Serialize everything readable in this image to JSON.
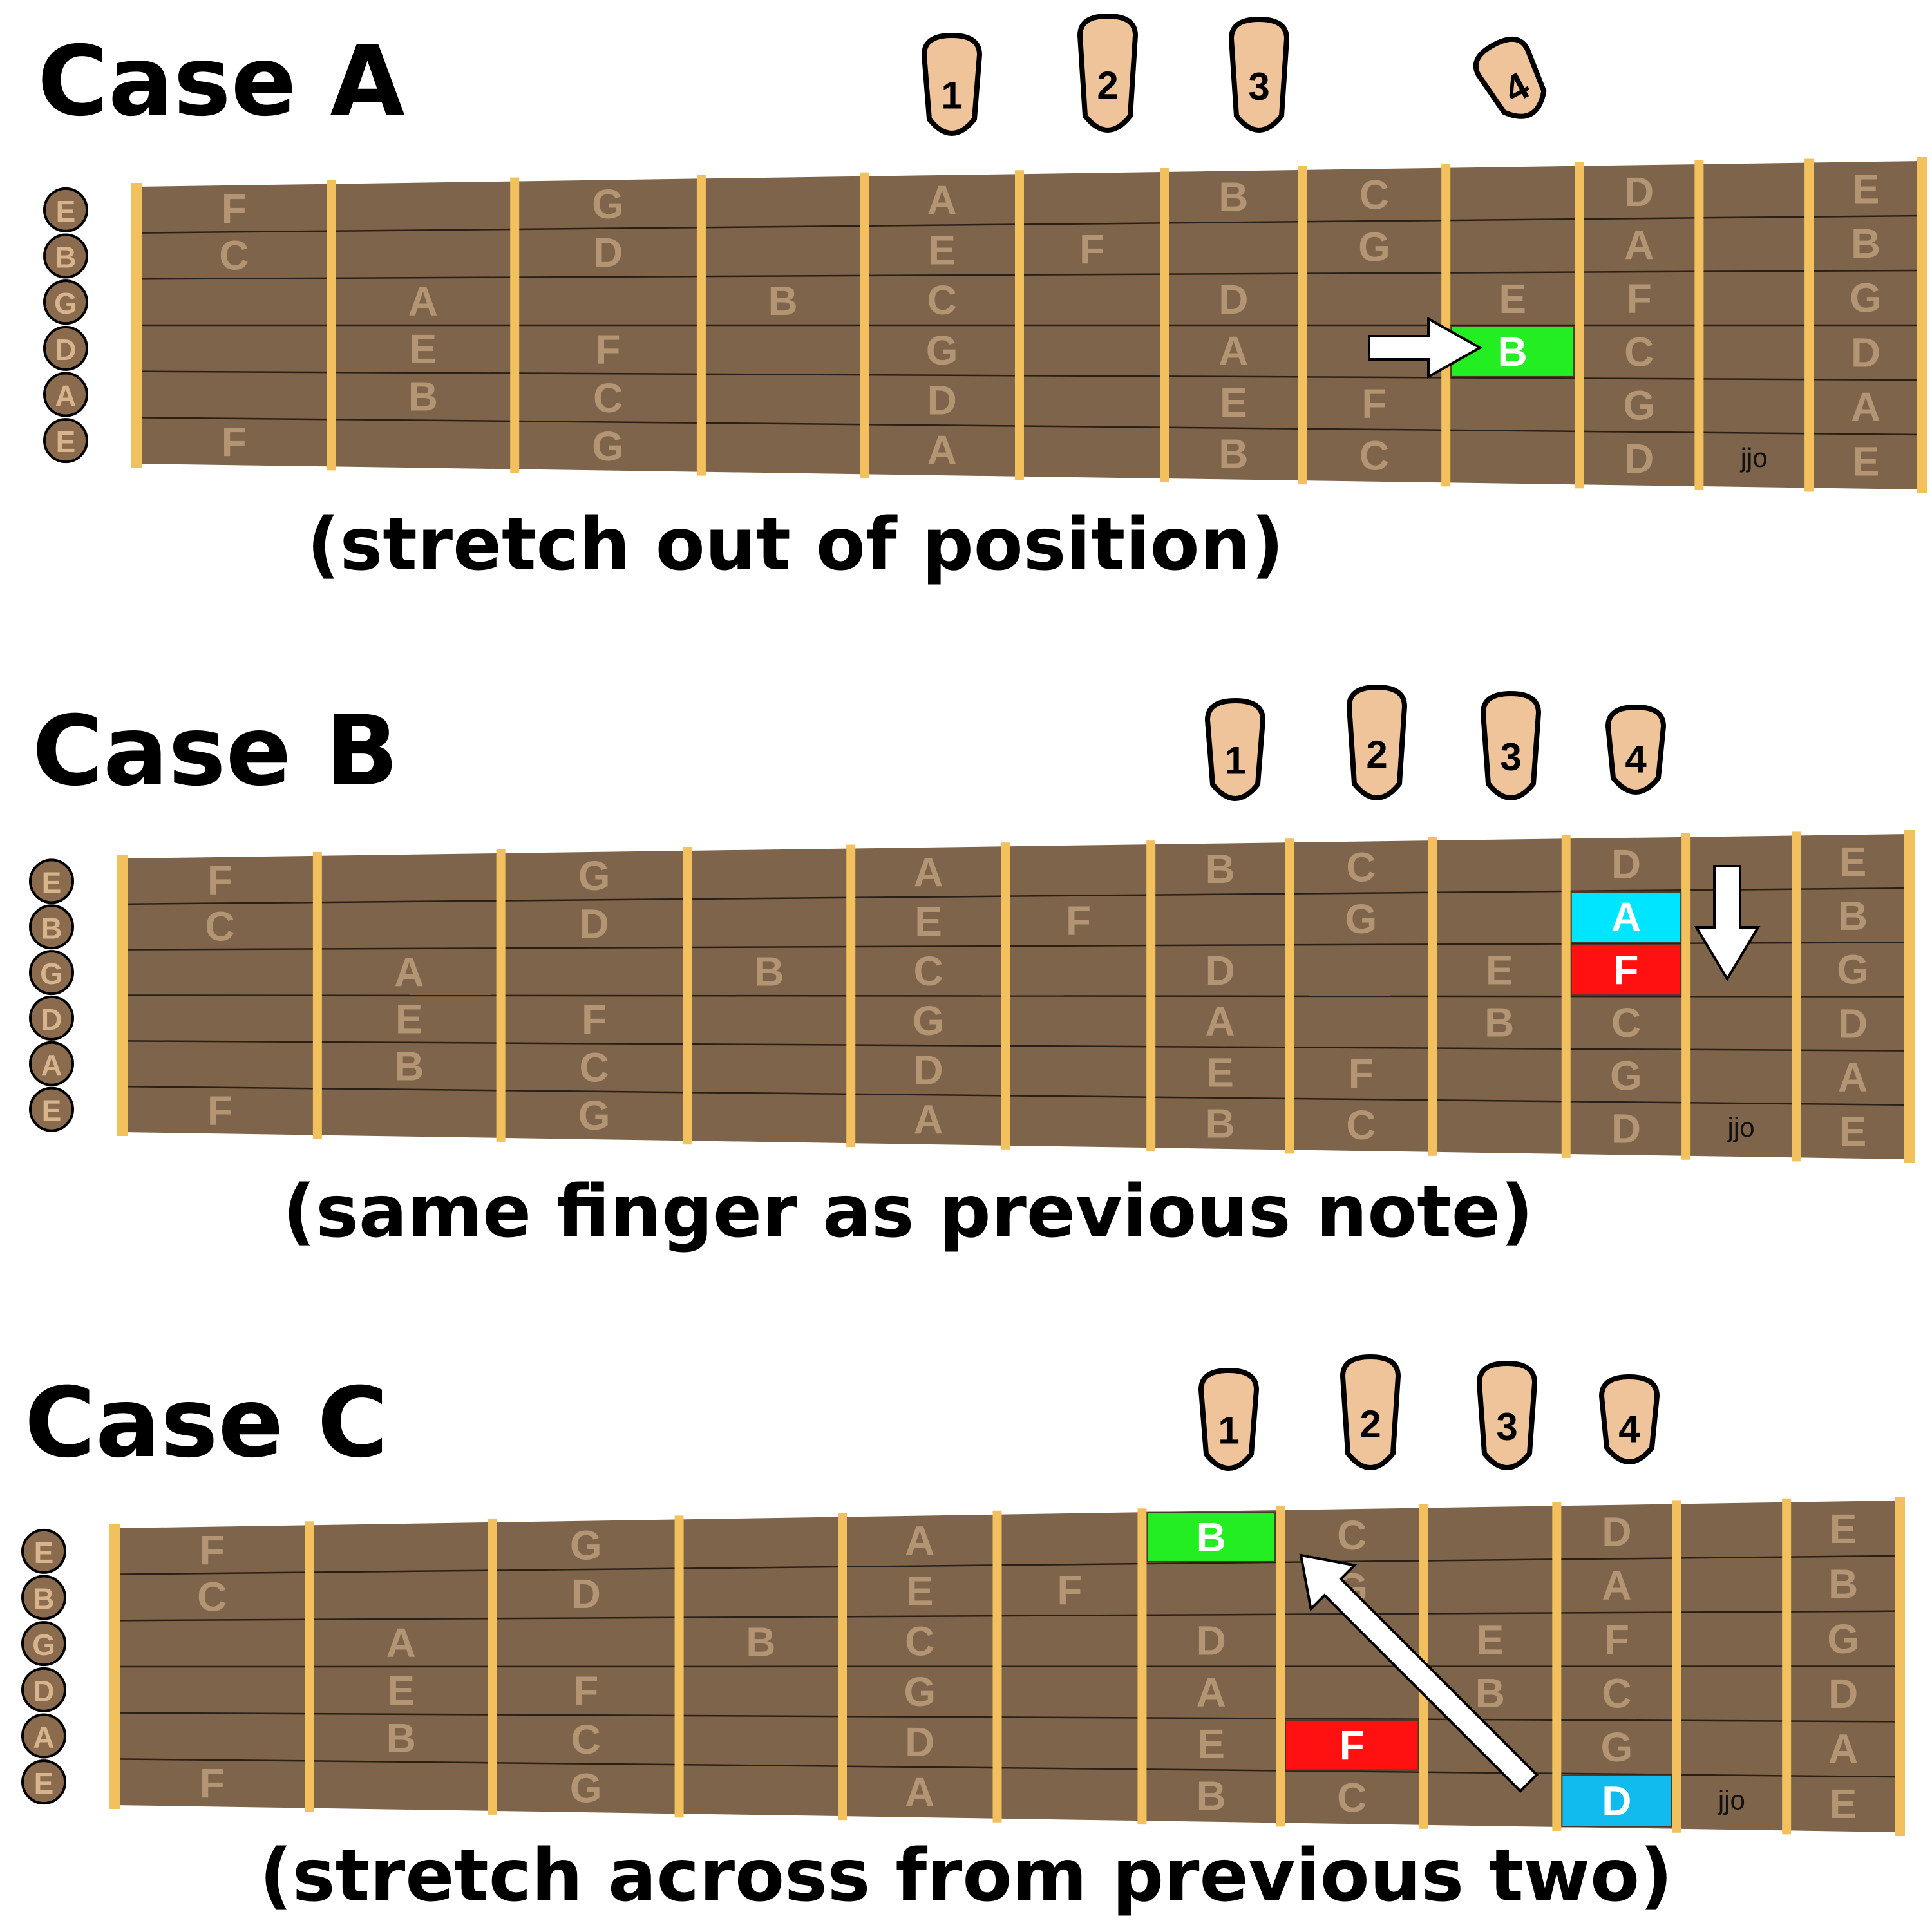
{
  "string_names": [
    "E",
    "B",
    "G",
    "D",
    "A",
    "E"
  ],
  "signature": "jjo",
  "colors": {
    "board": "#7e644a",
    "fret": "#f2c15e",
    "note_text": "#b39473",
    "finger": "#f0c49a",
    "tuning_peg": "#8a6b4d"
  },
  "cases": [
    {
      "title": "Case A",
      "caption": "(stretch out of position)",
      "fingers": [
        "1",
        "2",
        "3",
        "4"
      ],
      "notes": [
        [
          "F",
          "",
          "G",
          "",
          "A",
          "",
          "B",
          "C",
          "",
          "D",
          "",
          "E"
        ],
        [
          "C",
          "",
          "D",
          "",
          "E",
          "F",
          "",
          "G",
          "",
          "A",
          "",
          "B"
        ],
        [
          "",
          "A",
          "",
          "B",
          "C",
          "",
          "D",
          "",
          "E",
          "F",
          "",
          "G"
        ],
        [
          "",
          "E",
          "F",
          "",
          "G",
          "",
          "A",
          "",
          "B",
          "C",
          "",
          "D"
        ],
        [
          "",
          "B",
          "C",
          "",
          "D",
          "",
          "E",
          "F",
          "",
          "G",
          "",
          "A"
        ],
        [
          "F",
          "",
          "G",
          "",
          "A",
          "",
          "B",
          "C",
          "",
          "D",
          "",
          "E"
        ]
      ],
      "highlights": [
        {
          "string": 3,
          "fret": 8,
          "label": "B",
          "color": "#22ee22"
        }
      ],
      "arrow": "right"
    },
    {
      "title": "Case B",
      "caption": "(same finger as previous note)",
      "fingers": [
        "1",
        "2",
        "3",
        "4"
      ],
      "notes": [
        [
          "F",
          "",
          "G",
          "",
          "A",
          "",
          "B",
          "C",
          "",
          "D",
          "",
          "E"
        ],
        [
          "C",
          "",
          "D",
          "",
          "E",
          "F",
          "",
          "G",
          "",
          "A",
          "",
          "B"
        ],
        [
          "",
          "A",
          "",
          "B",
          "C",
          "",
          "D",
          "",
          "E",
          "F",
          "",
          "G"
        ],
        [
          "",
          "E",
          "F",
          "",
          "G",
          "",
          "A",
          "",
          "B",
          "C",
          "",
          "D"
        ],
        [
          "",
          "B",
          "C",
          "",
          "D",
          "",
          "E",
          "F",
          "",
          "G",
          "",
          "A"
        ],
        [
          "F",
          "",
          "G",
          "",
          "A",
          "",
          "B",
          "C",
          "",
          "D",
          "",
          "E"
        ]
      ],
      "highlights": [
        {
          "string": 1,
          "fret": 9,
          "label": "A",
          "color": "#00e5ff"
        },
        {
          "string": 2,
          "fret": 9,
          "label": "F",
          "color": "#ff1111"
        }
      ],
      "arrow": "down"
    },
    {
      "title": "Case C",
      "caption": "(stretch across from previous two)",
      "fingers": [
        "1",
        "2",
        "3",
        "4"
      ],
      "notes": [
        [
          "F",
          "",
          "G",
          "",
          "A",
          "",
          "B",
          "C",
          "",
          "D",
          "",
          "E"
        ],
        [
          "C",
          "",
          "D",
          "",
          "E",
          "F",
          "",
          "G",
          "",
          "A",
          "",
          "B"
        ],
        [
          "",
          "A",
          "",
          "B",
          "C",
          "",
          "D",
          "",
          "E",
          "F",
          "",
          "G"
        ],
        [
          "",
          "E",
          "F",
          "",
          "G",
          "",
          "A",
          "",
          "B",
          "C",
          "",
          "D"
        ],
        [
          "",
          "B",
          "C",
          "",
          "D",
          "",
          "E",
          "F",
          "",
          "G",
          "",
          "A"
        ],
        [
          "F",
          "",
          "G",
          "",
          "A",
          "",
          "B",
          "C",
          "",
          "D",
          "",
          "E"
        ]
      ],
      "highlights": [
        {
          "string": 0,
          "fret": 6,
          "label": "B",
          "color": "#22ee22"
        },
        {
          "string": 4,
          "fret": 7,
          "label": "F",
          "color": "#ff1111"
        },
        {
          "string": 5,
          "fret": 9,
          "label": "D",
          "color": "#11bbee"
        }
      ],
      "arrow": "diagonal"
    }
  ]
}
